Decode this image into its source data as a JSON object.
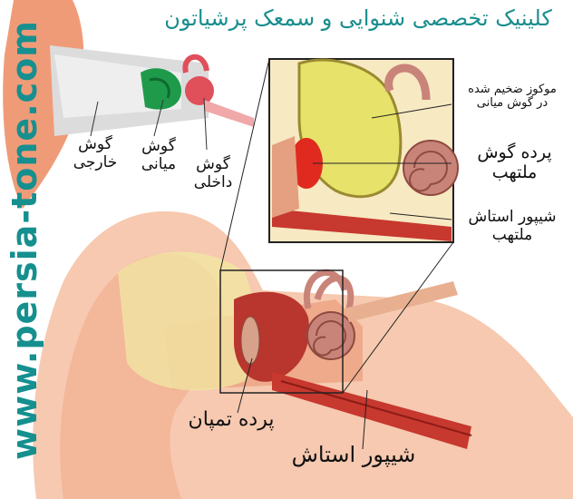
{
  "title": "کلینیک تخصصی شنوایی و سمعک پرشیاتون",
  "watermark": "www.persia-tone.com",
  "labels": {
    "outer_ear": "گوش\nخارجی",
    "middle_ear": "گوش\nمیانی",
    "inner_ear": "گوش\nداخلی",
    "thick_mucus": "موکوز ضخیم شده\nدر گوش میانی",
    "inflamed_eardrum": "پرده گوش\nملتهب",
    "inflamed_eustachian": "شیپور استاش\nملتهب",
    "eardrum": "پرده تمپان",
    "eustachian_tube": "شیپور استاش"
  },
  "colors": {
    "title": "#1a8e8e",
    "watermark": "#168f8f",
    "skin": "#f6c9b0",
    "skin_dark": "#e4a080",
    "bone": "#f2e7a2",
    "mucus": "#e6e26a",
    "cochlea": "#c98479",
    "middle_green": "#1f9a4a",
    "inner_red": "#e0505a",
    "tube": "#c7382e"
  },
  "icons": {
    "main": "ear-anatomy-illustration",
    "top": "small-ear-section-icon",
    "inset": "middle-ear-closeup-illustration"
  }
}
